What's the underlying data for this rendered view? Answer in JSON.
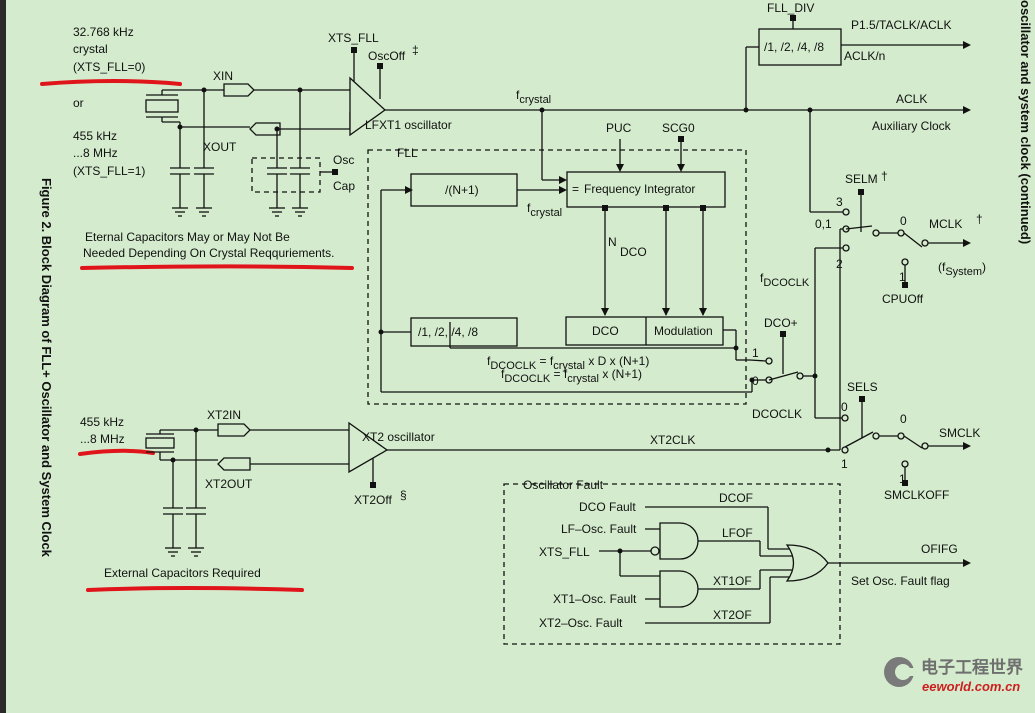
{
  "figure": {
    "caption": "Figure 2. Block Diagram of FLL+ Oscillator and System Clock",
    "side_title": "oscillator and system clock (continued)"
  },
  "crystal": {
    "freq1": "32.768 kHz",
    "crystal": "crystal",
    "xts0": "(XTS_FLL=0)",
    "or": "or",
    "freq2": "455 kHz",
    "freq3": "...8 MHz",
    "xts1": "(XTS_FLL=1)",
    "xin": "XIN",
    "xout": "XOUT",
    "osccap1": "Osc",
    "osccap2": "Cap",
    "note1": "Eternal Capacitors May or May Not Be",
    "note2": "Needed Depending On Crystal Reqquriements."
  },
  "lfxt1": {
    "xts_fll": "XTS_FLL",
    "oscoff": "OscOff",
    "dagger2": "‡",
    "label": "LFXT1 oscillator",
    "fcrystal": "f",
    "fcrystal_sub": "crystal"
  },
  "fll": {
    "title": "FLL",
    "div_n": "/(N+1)",
    "fcry": "f",
    "fcry_sub": "crystal",
    "eq_sign": "=",
    "freq_int": "Frequency Integrator",
    "puc": "PUC",
    "scg0": "SCG0",
    "ndco": "N",
    "ndco_sub": "DCO",
    "div_set": "/1, /2, /4, /8",
    "dco": "DCO",
    "modulation": "Modulation",
    "eq1_f": "f",
    "eq1_sub": "DCOCLK",
    "eq1_mid": " = f",
    "eq1_sub2": "crystal",
    "eq1_end": " x D x (N+1)",
    "eq2_f": "f",
    "eq2_sub": "DCOCLK",
    "eq2_mid": " = f",
    "eq2_sub2": "crystal",
    "eq2_end": " x (N+1)"
  },
  "aclk": {
    "fll_div": "FLL_DIV",
    "div_set": "/1, /2, /4, /8",
    "aclk_n": "ACLK/n",
    "pin": "P1.5/TACLK/ACLK",
    "aclk": "ACLK",
    "aux": "Auxiliary Clock"
  },
  "mclk": {
    "selm": "SELM",
    "dagger": "†",
    "s3": "3",
    "s01": "0,1",
    "s2": "2",
    "s0": "0",
    "s1": "1",
    "mclk": "MCLK",
    "fsys": "(f",
    "fsys_sub": "System",
    "fsys_end": ")",
    "cpuoff": "CPUOff",
    "fdcoclk": "f",
    "fdcoclk_sub": "DCOCLK"
  },
  "dco": {
    "dco_plus": "DCO+",
    "one": "1",
    "zero": "0",
    "dcoclk": "DCOCLK"
  },
  "smclk": {
    "sels": "SELS",
    "s0": "0",
    "s1": "1",
    "s0b": "0",
    "s1b": "1",
    "smclk": "SMCLK",
    "smclkoff": "SMCLKOFF"
  },
  "xt2": {
    "freq1": "455 kHz",
    "freq2": "...8 MHz",
    "xt2in": "XT2IN",
    "xt2out": "XT2OUT",
    "label": "XT2 oscillator",
    "xt2clk": "XT2CLK",
    "xt2off": "XT2Off",
    "section": "§",
    "note": "External Capacitors Required"
  },
  "fault": {
    "title": "Oscillator Fault",
    "dco_fault": "DCO Fault",
    "dcof": "DCOF",
    "lf_fault": "LF–Osc. Fault",
    "lfof": "LFOF",
    "xts_fll": "XTS_FLL",
    "xt1of": "XT1OF",
    "xt1_fault": "XT1–Osc. Fault",
    "xt2_fault": "XT2–Osc. Fault",
    "xt2of": "XT2OF",
    "ofifg": "OFIFG",
    "set_flag": "Set Osc. Fault flag"
  },
  "watermark": {
    "cn": "电子工程世界",
    "site": "eeworld.com.cn"
  }
}
